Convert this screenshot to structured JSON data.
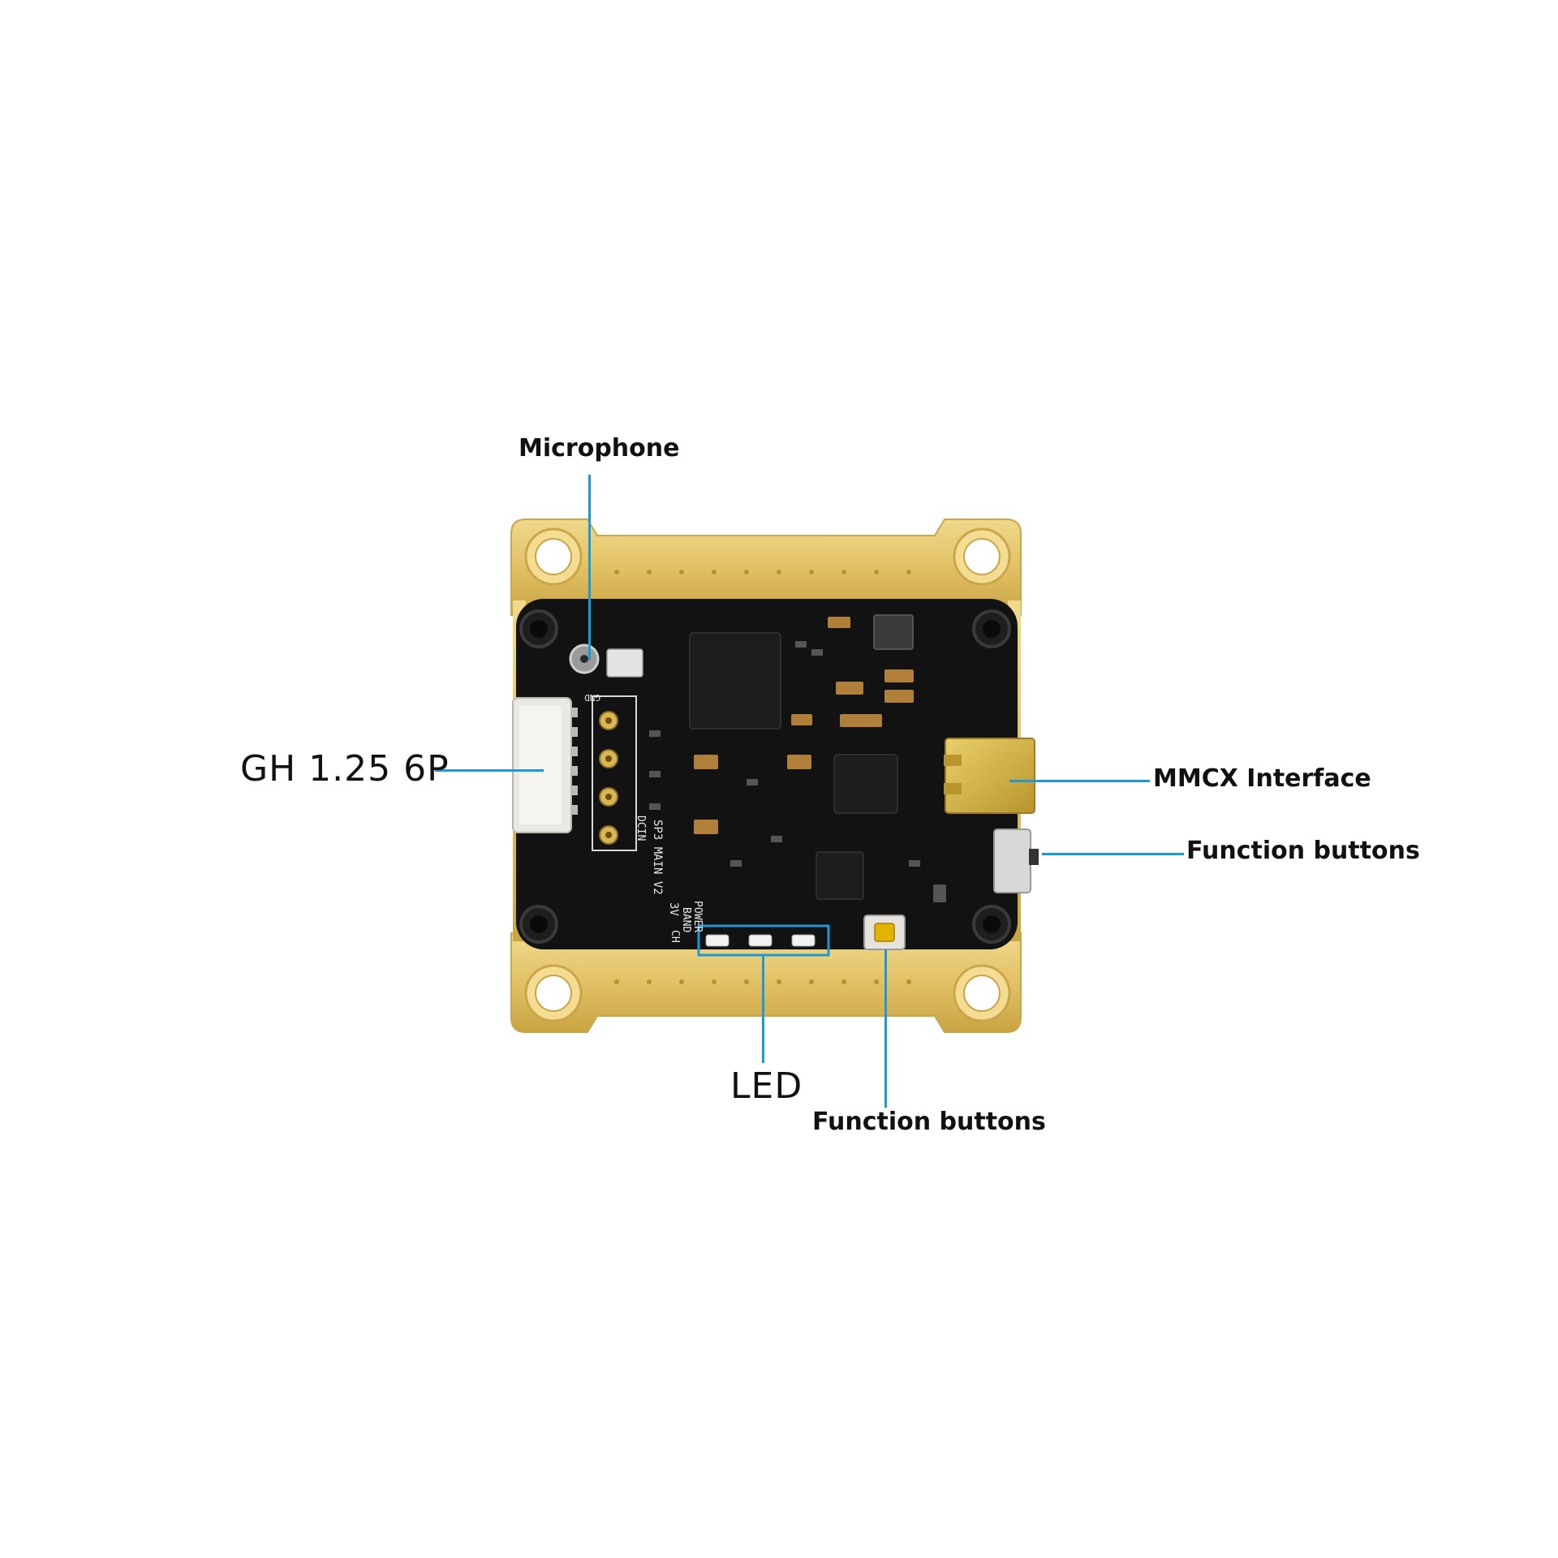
{
  "labels": {
    "microphone": "Microphone",
    "connector": "GH 1.25 6P",
    "mmcx": "MMCX Interface",
    "function_buttons_side": "Function buttons",
    "led": "LED",
    "function_buttons_bottom": "Function buttons"
  },
  "silkscreen": {
    "board_name": "SP3 MAIN V2",
    "led_labels": [
      "POWER",
      "BAND",
      "CH"
    ],
    "pad_label": "DCIN",
    "gnd_label": "GND",
    "voltage_label": "3V"
  },
  "colors": {
    "callout_line": "#1a9bd7",
    "pcb": "#121212",
    "gold": "#e2c165",
    "label_text": "#111111"
  }
}
